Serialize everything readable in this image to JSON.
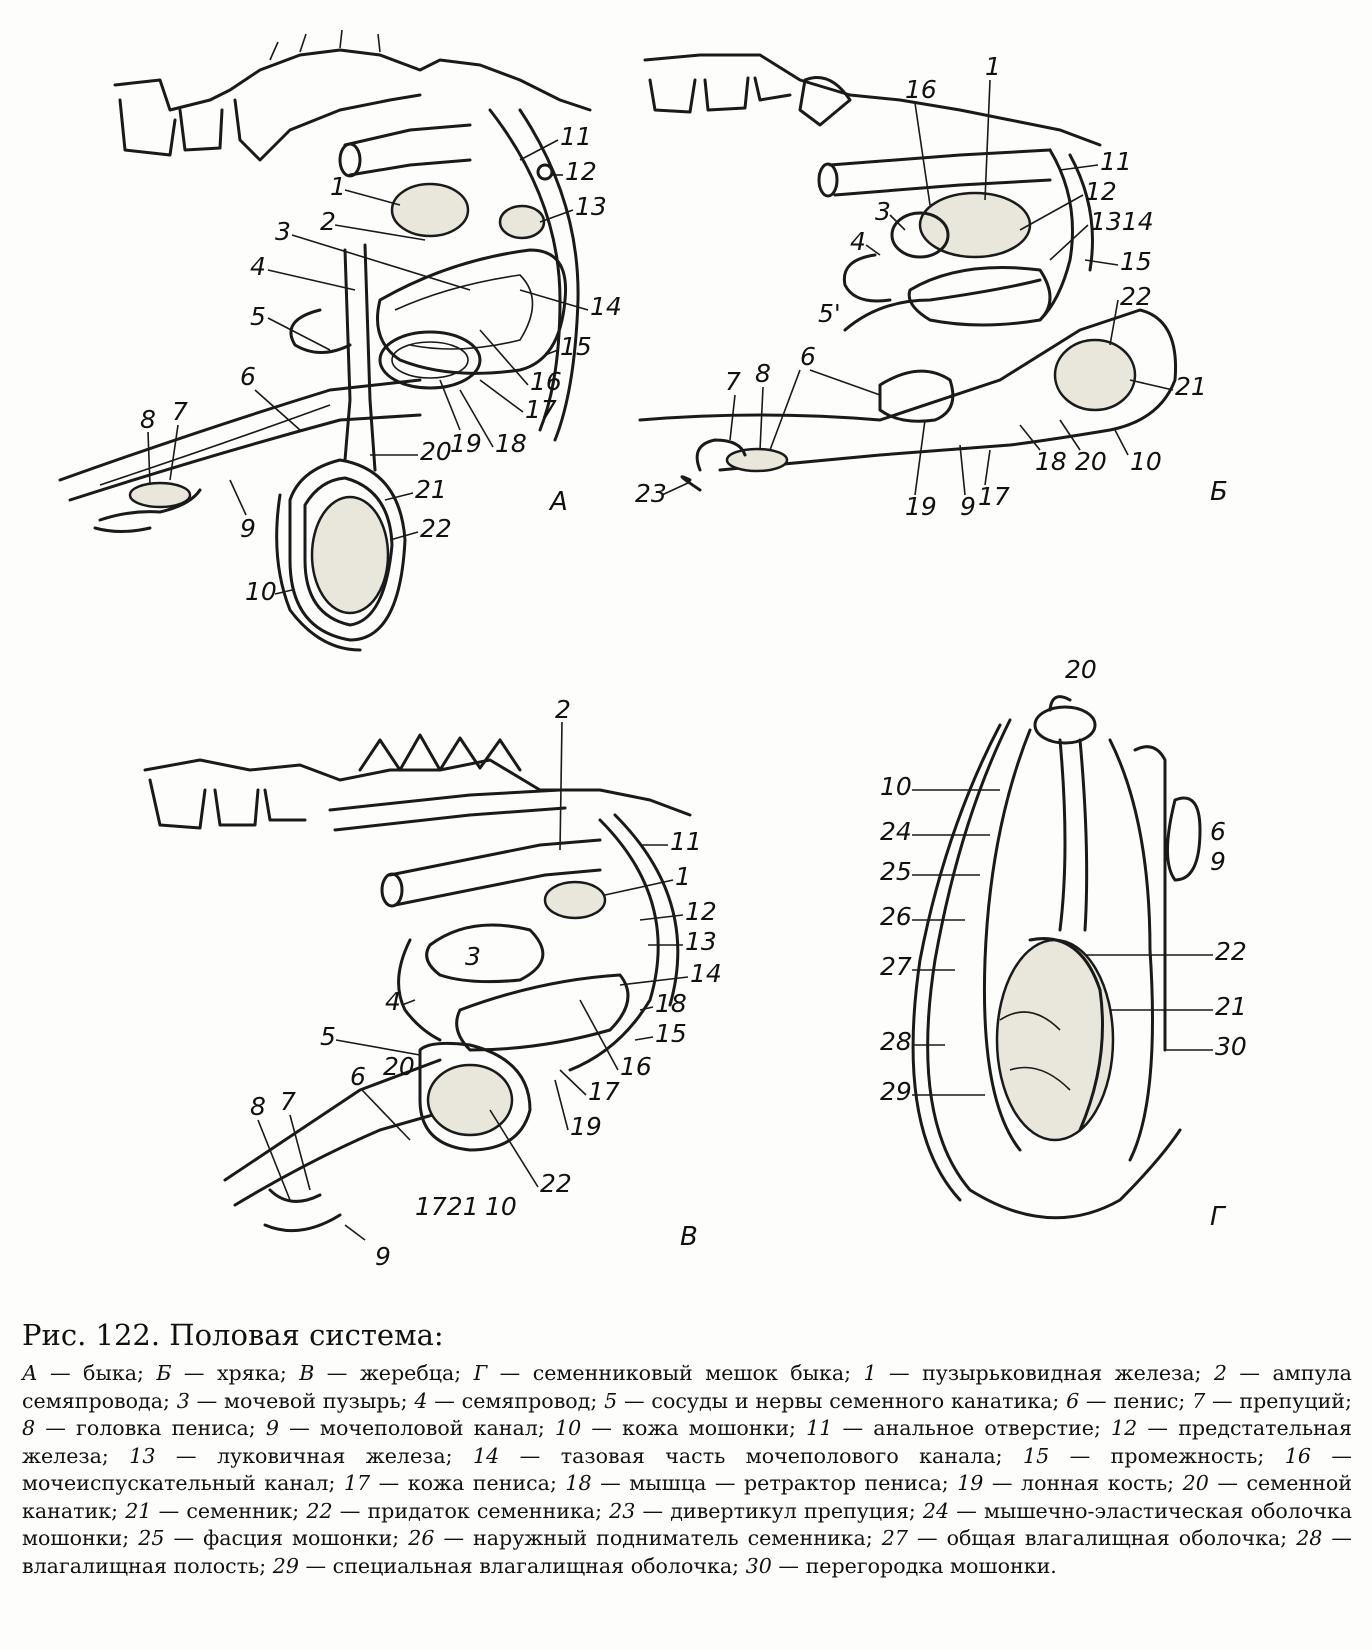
{
  "figure": {
    "panels": [
      "А",
      "Б",
      "В",
      "Г"
    ],
    "panel_a_labels": [
      "1",
      "2",
      "3",
      "4",
      "5",
      "6",
      "7",
      "8",
      "9",
      "10",
      "11",
      "12",
      "13",
      "14",
      "15",
      "16",
      "17",
      "18",
      "19",
      "20",
      "21",
      "22"
    ],
    "panel_b_labels": [
      "16",
      "1",
      "11",
      "12",
      "13",
      "14",
      "3",
      "4",
      "15",
      "22",
      "5'",
      "21",
      "6",
      "7",
      "8",
      "10",
      "18",
      "20",
      "23",
      "19",
      "9",
      "17"
    ],
    "panel_v_labels": [
      "2",
      "11",
      "1",
      "12",
      "13",
      "14",
      "3",
      "18",
      "4",
      "15",
      "5",
      "16",
      "20",
      "6",
      "17",
      "19",
      "7",
      "8",
      "17",
      "21",
      "10",
      "22",
      "9"
    ],
    "panel_g_labels": [
      "20",
      "10",
      "24",
      "6",
      "9",
      "25",
      "26",
      "22",
      "27",
      "21",
      "28",
      "30",
      "29"
    ]
  },
  "caption": {
    "title": "Рис. 122. Половая система:",
    "items": [
      {
        "key": "А",
        "text": "быка"
      },
      {
        "key": "Б",
        "text": "хряка"
      },
      {
        "key": "В",
        "text": "жеребца"
      },
      {
        "key": "Г",
        "text": "семенниковый мешок быка"
      },
      {
        "key": "1",
        "text": "пузырьковидная железа"
      },
      {
        "key": "2",
        "text": "ампула семяпровода"
      },
      {
        "key": "3",
        "text": "мочевой пузырь"
      },
      {
        "key": "4",
        "text": "семяпровод"
      },
      {
        "key": "5",
        "text": "сосуды и нервы семенного канатика"
      },
      {
        "key": "6",
        "text": "пенис"
      },
      {
        "key": "7",
        "text": "препуций"
      },
      {
        "key": "8",
        "text": "головка пениса"
      },
      {
        "key": "9",
        "text": "мочеполовой канал"
      },
      {
        "key": "10",
        "text": "кожа мошонки"
      },
      {
        "key": "11",
        "text": "анальное отверстие"
      },
      {
        "key": "12",
        "text": "предстательная железа"
      },
      {
        "key": "13",
        "text": "луковичная железа"
      },
      {
        "key": "14",
        "text": "тазовая часть мочеполового канала"
      },
      {
        "key": "15",
        "text": "промежность"
      },
      {
        "key": "16",
        "text": "мочеиспускательный канал"
      },
      {
        "key": "17",
        "text": "кожа пениса"
      },
      {
        "key": "18",
        "text": "мышца — ретрактор пениса"
      },
      {
        "key": "19",
        "text": "лонная кость"
      },
      {
        "key": "20",
        "text": "семенной канатик"
      },
      {
        "key": "21",
        "text": "семенник"
      },
      {
        "key": "22",
        "text": "придаток семенника"
      },
      {
        "key": "23",
        "text": "дивертикул препуция"
      },
      {
        "key": "24",
        "text": "мышечно-эластическая оболочка мошонки"
      },
      {
        "key": "25",
        "text": "фасция мошонки"
      },
      {
        "key": "26",
        "text": "наружный подниматель семенника"
      },
      {
        "key": "27",
        "text": "общая влагалищная оболочка"
      },
      {
        "key": "28",
        "text": "влагалищная полость"
      },
      {
        "key": "29",
        "text": "специальная влагалищная оболочка"
      },
      {
        "key": "30",
        "text": "перегородка мошонки"
      }
    ]
  }
}
